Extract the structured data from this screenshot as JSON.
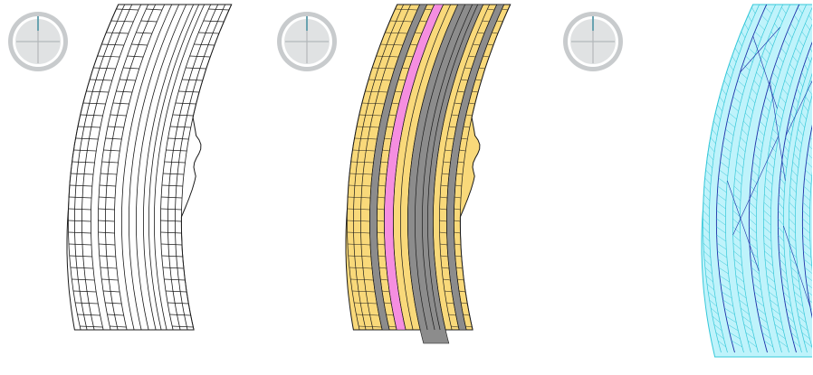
{
  "panels": [
    {
      "id": "outline",
      "style": "outline",
      "compass_label": "N"
    },
    {
      "id": "filled",
      "style": "filled",
      "compass_label": "N"
    },
    {
      "id": "mesh",
      "style": "mesh",
      "compass_label": "N"
    }
  ],
  "colors": {
    "outline_stroke": "#1a1a1a",
    "zone_yellow": "#f9d97a",
    "zone_pink": "#f58ee0",
    "zone_gray": "#8c8c8c",
    "mesh_fill": "#bff3fb",
    "mesh_cyan": "#36c8d9",
    "mesh_blue": "#1c2fa8",
    "compass_letter": "#4d8a99",
    "compass_ring": "#c8cbcd",
    "compass_center": "#e0e2e3"
  },
  "icons": {
    "compass": "north-arrow-compass-icon"
  }
}
